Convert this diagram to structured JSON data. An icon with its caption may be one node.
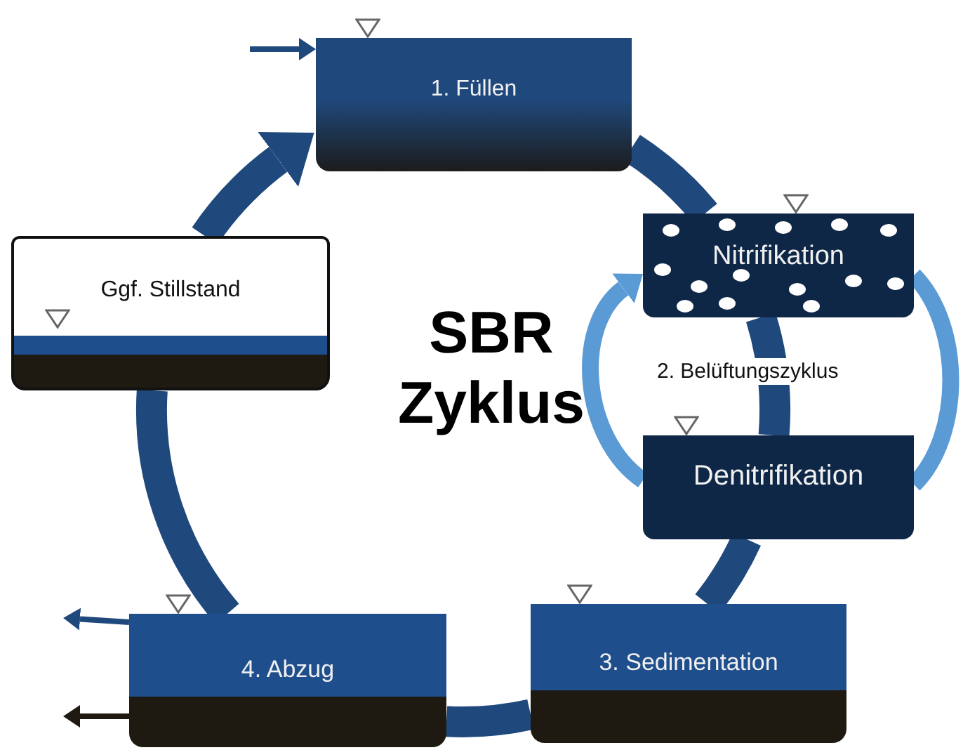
{
  "diagram": {
    "title": "SBR Zyklus",
    "nodes": [
      {
        "text": [
          "1. Füllen"
        ]
      },
      {
        "text": [
          "Nitrifikation"
        ]
      },
      {
        "text": [
          "Denitrifikation"
        ]
      },
      {
        "text": [
          "3. Sedimentation"
        ]
      },
      {
        "text": [
          "4. Abzug"
        ]
      },
      {
        "text": [
          "Ggf. Stillstand"
        ]
      }
    ],
    "edges": [
      {
        "from": 0,
        "to": 1,
        "arrow": "none"
      },
      {
        "from": 1,
        "to": 2,
        "arrow": "none"
      },
      {
        "from": 2,
        "to": 3,
        "arrow": "none"
      },
      {
        "from": 3,
        "to": 4,
        "arrow": "none"
      },
      {
        "from": 4,
        "to": 5,
        "arrow": "none"
      },
      {
        "from": 5,
        "to": 0,
        "arrow": "to"
      },
      {
        "from": 1,
        "to": 2,
        "arrow": "none",
        "color": "#5b9bd5"
      },
      {
        "from": 2,
        "to": 1,
        "arrow": "to",
        "color": "#5b9bd5"
      },
      {
        "from": null,
        "to": 0,
        "arrow": "to"
      },
      {
        "from": 4,
        "to": null,
        "arrow": "to"
      },
      {
        "from": 4,
        "to": null,
        "arrow": "to",
        "color": "#1e1a12"
      }
    ],
    "labels": [
      "2. Belüftungszyklus"
    ]
  }
}
